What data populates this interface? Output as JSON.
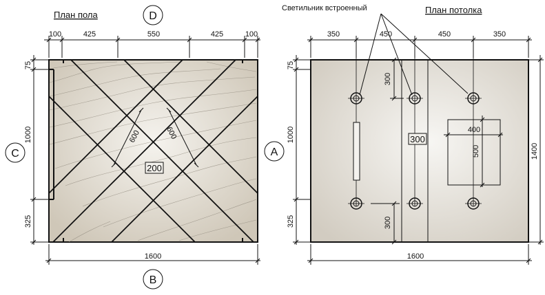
{
  "floor_plan": {
    "title": "План пола",
    "room_number": "200",
    "tile_sizes": [
      "600",
      "600"
    ],
    "top_dims": [
      "100",
      "425",
      "550",
      "425",
      "100"
    ],
    "left_dims": [
      "75",
      "1000",
      "325"
    ],
    "bottom_dim": "1600"
  },
  "ceiling_plan": {
    "title": "План потолка",
    "fixture_label": "Светильник встроенный",
    "room_number": "300",
    "top_dims": [
      "350",
      "450",
      "450",
      "350"
    ],
    "left_dims": [
      "75",
      "1000",
      "325"
    ],
    "right_dim": "1400",
    "bottom_dim": "1600",
    "spot_dims": [
      "300",
      "300"
    ],
    "hatch_dims": [
      "400",
      "500"
    ]
  },
  "markers": {
    "A": "A",
    "B": "B",
    "C": "C",
    "D": "D"
  },
  "colors": {
    "floor_fill": "#d8d1c3",
    "floor_center": "#f4f2ec",
    "ceiling_fill": "#dcd7cd",
    "ceiling_center": "#f6f5f1",
    "line": "#111111"
  }
}
